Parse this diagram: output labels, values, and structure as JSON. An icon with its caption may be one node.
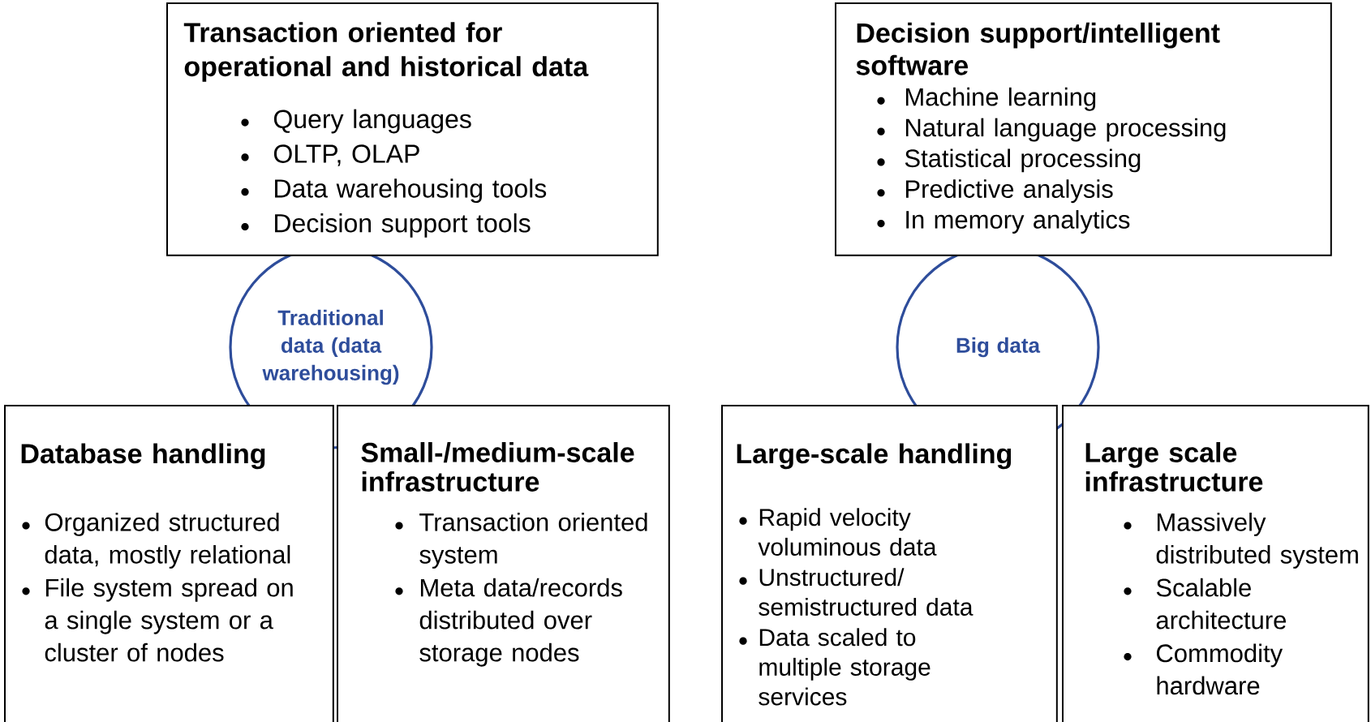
{
  "diagram": {
    "nodes": [
      {
        "text": [
          "Transaction oriented for operational and historical data",
          "Query languages",
          "OLTP, OLAP",
          "Data warehousing tools",
          "Decision support tools"
        ]
      },
      {
        "text": [
          "Traditional data (data warehousing)"
        ]
      },
      {
        "text": [
          "Database handling",
          "Organized structured data, mostly relational",
          "File system spread on a single system or a cluster of nodes"
        ]
      },
      {
        "text": [
          "Small-/medium-scale infrastructure",
          "Transaction oriented system",
          "Meta data/records distributed over storage nodes"
        ]
      },
      {
        "text": [
          "Decision support/intelligent software",
          "Machine learning",
          "Natural language processing",
          "Statistical processing",
          "Predictive analysis",
          "In memory analytics"
        ]
      },
      {
        "text": [
          "Big data"
        ]
      },
      {
        "text": [
          "Large-scale handling",
          "Rapid velocity voluminous data",
          "Unstructured/ semistructured data",
          "Data scaled to multiple storage services"
        ]
      },
      {
        "text": [
          "Large scale infrastructure",
          "Massively distributed system",
          "Scalable architecture",
          "Commodity hardware"
        ]
      }
    ]
  }
}
